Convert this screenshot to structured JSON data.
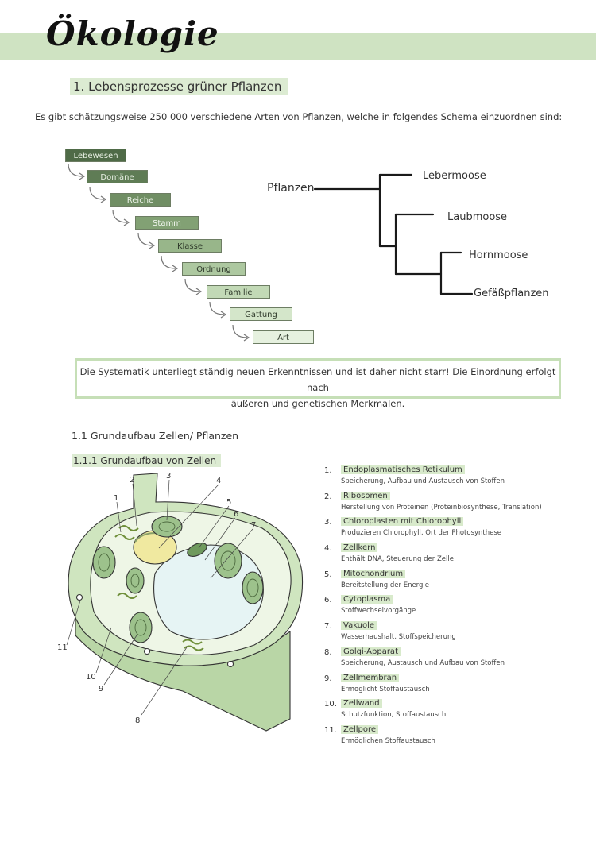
{
  "page": {
    "title": "Ökologie",
    "section_heading": "1.  Lebensprozesse grüner Pflanzen",
    "intro": "Es gibt schätzungsweise 250 000 verschiedene Arten von Pflanzen, welche in folgendes Schema einzuordnen sind:",
    "note_line1": "Die Systematik unterliegt ständig neuen Erkenntnissen und ist daher nicht starr! Die Einordnung erfolgt nach",
    "note_line2": "äußeren und genetischen Merkmalen.",
    "subsection_heading": "1.1  Grundaufbau Zellen/ Pflanzen",
    "subsubsection_heading": "1.1.1 Grundaufbau von Zellen"
  },
  "taxonomy": [
    "Lebewesen",
    "Domäne",
    "Reiche",
    "Stamm",
    "Klasse",
    "Ordnung",
    "Familie",
    "Gattung",
    "Art"
  ],
  "tree": {
    "root": "Pflanzen",
    "leaves": [
      "Lebermoose",
      "Laubmoose",
      "Hornmoose",
      "Gefäßpflanzen"
    ]
  },
  "cell_labels": [
    "1",
    "2",
    "3",
    "4",
    "5",
    "6",
    "7",
    "8",
    "9",
    "10",
    "11"
  ],
  "legend": [
    {
      "num": "1.",
      "name": "Endoplasmatisches Retikulum",
      "desc": "Speicherung, Aufbau und Austausch von Stoffen"
    },
    {
      "num": "2.",
      "name": "Ribosomen",
      "desc": "Herstellung von Proteinen (Proteinbiosynthese, Translation)"
    },
    {
      "num": "3.",
      "name": "Chloroplasten mit Chlorophyll",
      "desc": "Produzieren Chlorophyll, Ort der Photosynthese"
    },
    {
      "num": "4.",
      "name": "Zellkern",
      "desc": "Enthält DNA, Steuerung der Zelle"
    },
    {
      "num": "5.",
      "name": "Mitochondrium",
      "desc": "Bereitstellung der Energie"
    },
    {
      "num": "6.",
      "name": "Cytoplasma",
      "desc": "Stoffwechselvorgänge"
    },
    {
      "num": "7.",
      "name": "Vakuole",
      "desc": "Wasserhaushalt, Stoffspeicherung"
    },
    {
      "num": "8.",
      "name": "Golgi-Apparat",
      "desc": "Speicherung, Austausch und Aufbau von Stoffen"
    },
    {
      "num": "9.",
      "name": "Zellmembran",
      "desc": "Ermöglicht Stoffaustausch"
    },
    {
      "num": "10.",
      "name": "Zellwand",
      "desc": "Schutzfunktion, Stoffaustausch"
    },
    {
      "num": "11.",
      "name": "Zellpore",
      "desc": "Ermöglichen Stoffaustausch"
    }
  ]
}
